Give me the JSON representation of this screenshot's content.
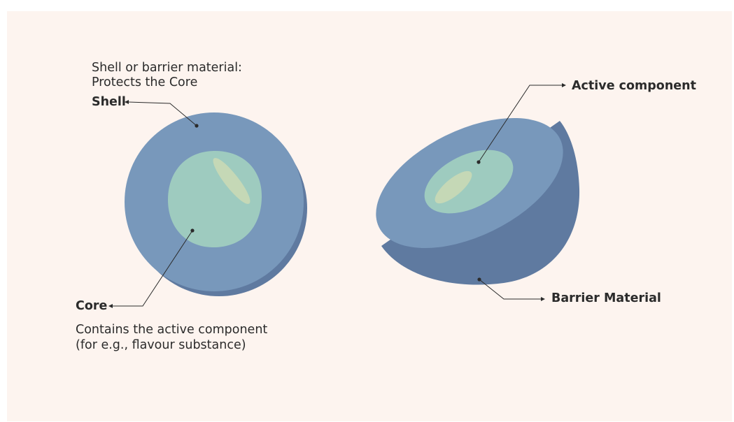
{
  "colors": {
    "background": "#fdf4ef",
    "shell": "#7898bb",
    "shell_shadow": "#5f7aa0",
    "core": "#9ecbbf",
    "core_highlight": "#c5d8b6",
    "leader_line": "#2b2b2b"
  },
  "labels": {
    "shell_description_line1": "Shell or barrier material:",
    "shell_description_line2": "Protects the Core",
    "shell": "Shell",
    "core": "Core",
    "core_description_line1": "Contains the active component",
    "core_description_line2": "(for e.g., flavour substance)",
    "active_component": "Active component",
    "barrier_material": "Barrier Material"
  }
}
